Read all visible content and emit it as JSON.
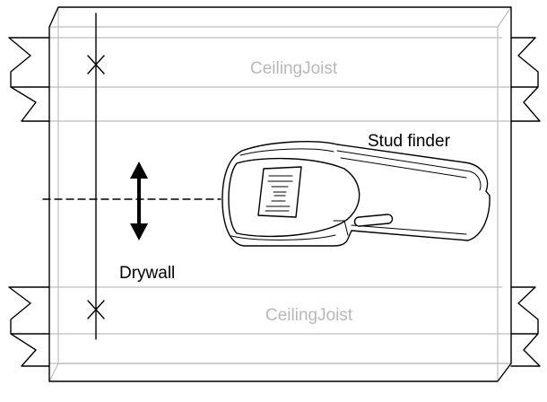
{
  "diagram": {
    "labels": {
      "joist_top": "CeilingJoist",
      "joist_bottom": "CeilingJoist",
      "stud_finder": "Stud finder",
      "drywall": "Drywall"
    },
    "colors": {
      "line": "#000000",
      "hidden_line": "#bdbdbd",
      "joist_label": "#b8b8b8"
    }
  }
}
